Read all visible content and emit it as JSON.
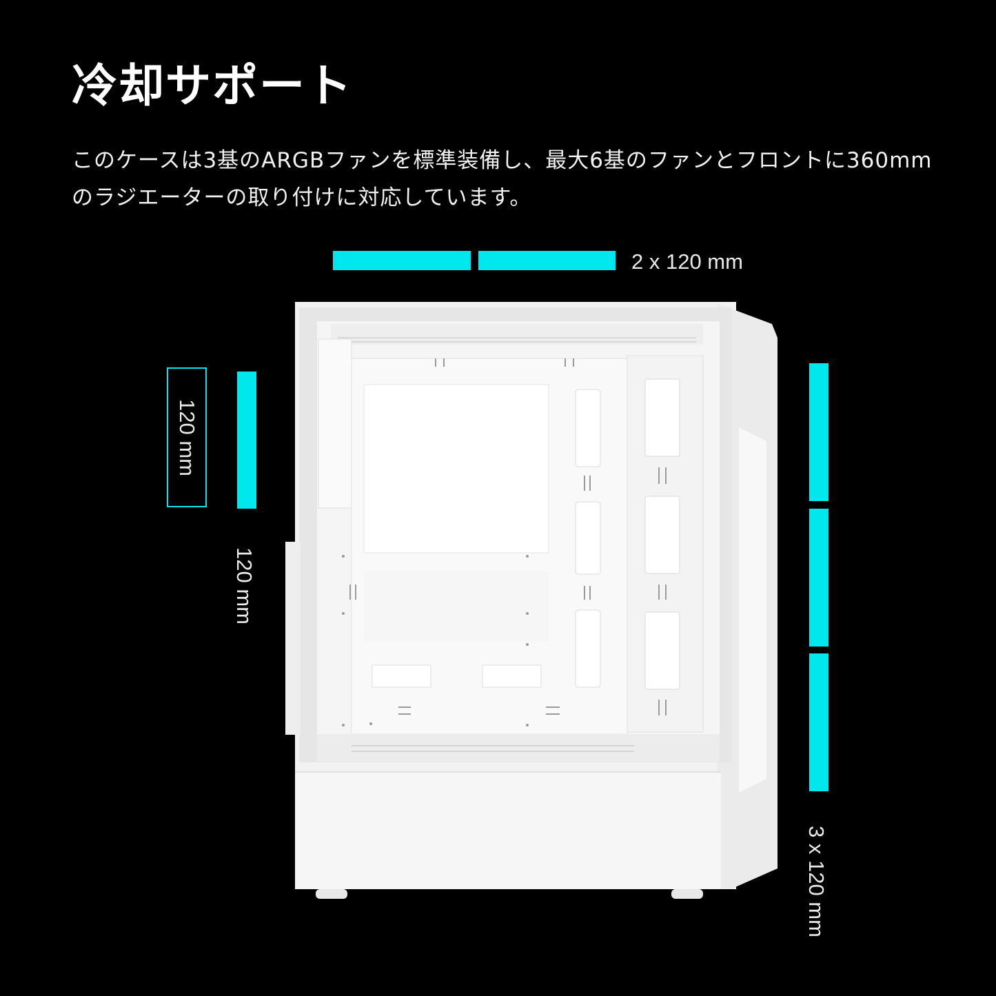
{
  "title": "冷却サポート",
  "description": "このケースは3基のARGBファンを標準装備し、最大6基のファンとフロントに360mmのラジエーターの取り付けに対応しています。",
  "top_label": "2 x 120 mm",
  "rear_box_label": "120 mm",
  "rear_label": "120 mm",
  "front_label": "3 x 120 mm",
  "colors": {
    "accent": "#00e8ee",
    "background": "#000000",
    "case": "#f4f4f4"
  }
}
